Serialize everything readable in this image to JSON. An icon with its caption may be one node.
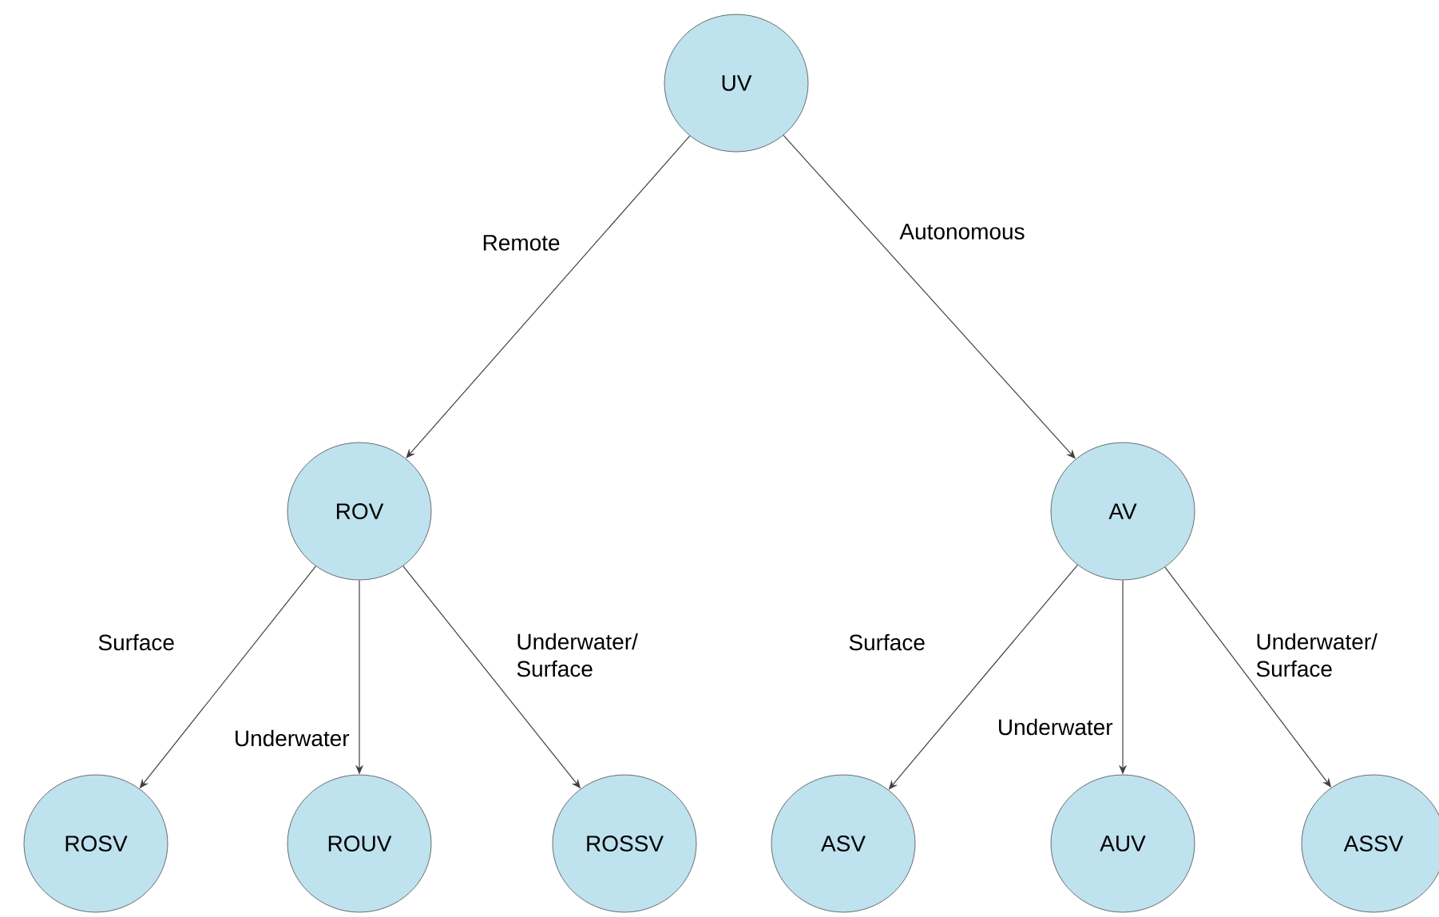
{
  "diagram": {
    "nodes": [
      {
        "text": [
          "UV"
        ]
      },
      {
        "text": [
          "ROV"
        ]
      },
      {
        "text": [
          "AV"
        ]
      },
      {
        "text": [
          "ROSV"
        ]
      },
      {
        "text": [
          "ROUV"
        ]
      },
      {
        "text": [
          "ROSSV"
        ]
      },
      {
        "text": [
          "ASV"
        ]
      },
      {
        "text": [
          "AUV"
        ]
      },
      {
        "text": [
          "ASSV"
        ]
      }
    ],
    "edges": [
      {
        "from": 0,
        "to": 1,
        "arrow": "to",
        "label": "Remote"
      },
      {
        "from": 0,
        "to": 2,
        "arrow": "to",
        "label": "Autonomous"
      },
      {
        "from": 1,
        "to": 3,
        "arrow": "to",
        "label": "Surface"
      },
      {
        "from": 1,
        "to": 4,
        "arrow": "to",
        "label": "Underwater"
      },
      {
        "from": 1,
        "to": 5,
        "arrow": "to",
        "label": "Underwater/ Surface"
      },
      {
        "from": 2,
        "to": 6,
        "arrow": "to",
        "label": "Surface"
      },
      {
        "from": 2,
        "to": 7,
        "arrow": "to",
        "label": "Underwater"
      },
      {
        "from": 2,
        "to": 8,
        "arrow": "to",
        "label": "Underwater/ Surface"
      }
    ]
  }
}
